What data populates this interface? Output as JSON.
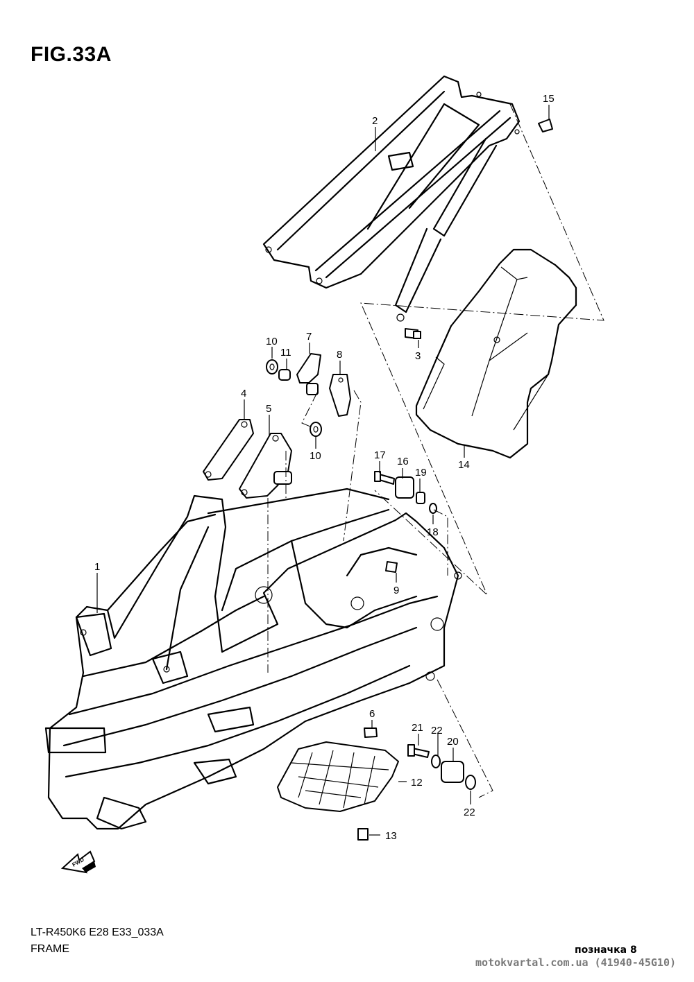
{
  "figure": {
    "title": "FIG.33A",
    "model_code": "LT-R450K6 E28 E33_033A",
    "caption": "FRAME"
  },
  "fwd_label": "FWD",
  "callouts": [
    "1",
    "2",
    "3",
    "4",
    "5",
    "6",
    "7",
    "8",
    "9",
    "10",
    "10",
    "11",
    "12",
    "13",
    "14",
    "15",
    "16",
    "17",
    "18",
    "19",
    "20",
    "21",
    "22",
    "22"
  ],
  "footer": {
    "note": "позначка 8",
    "site": "motokvartal.com.ua (41940-45G10)"
  }
}
